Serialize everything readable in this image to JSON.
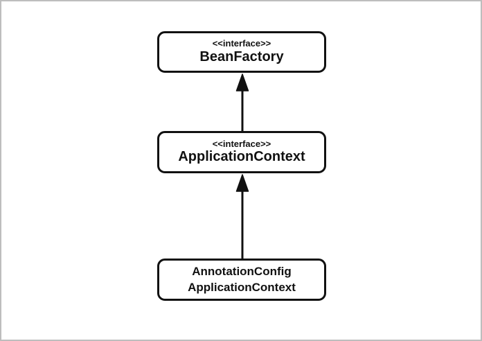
{
  "diagram": {
    "kind": "class-inheritance-diagram",
    "nodes": [
      {
        "stereotype": "<<interface>>",
        "name": "BeanFactory"
      },
      {
        "stereotype": "<<interface>>",
        "name": "ApplicationContext"
      },
      {
        "name_line1": "AnnotationConfig",
        "name_line2": "ApplicationContext"
      }
    ],
    "edges": [
      {
        "from": "ApplicationContext",
        "to": "BeanFactory",
        "type": "inheritance",
        "direction": "up"
      },
      {
        "from": "AnnotationConfig ApplicationContext",
        "to": "ApplicationContext",
        "type": "inheritance",
        "direction": "up"
      }
    ],
    "icons": {
      "inheritance_arrow": "filled-triangle-arrow-up"
    },
    "colors": {
      "background": "#ffffff",
      "frame_border": "#bdbdbd",
      "node_border": "#111111",
      "node_fill": "#ffffff",
      "arrow": "#111111",
      "text": "#111111"
    }
  }
}
